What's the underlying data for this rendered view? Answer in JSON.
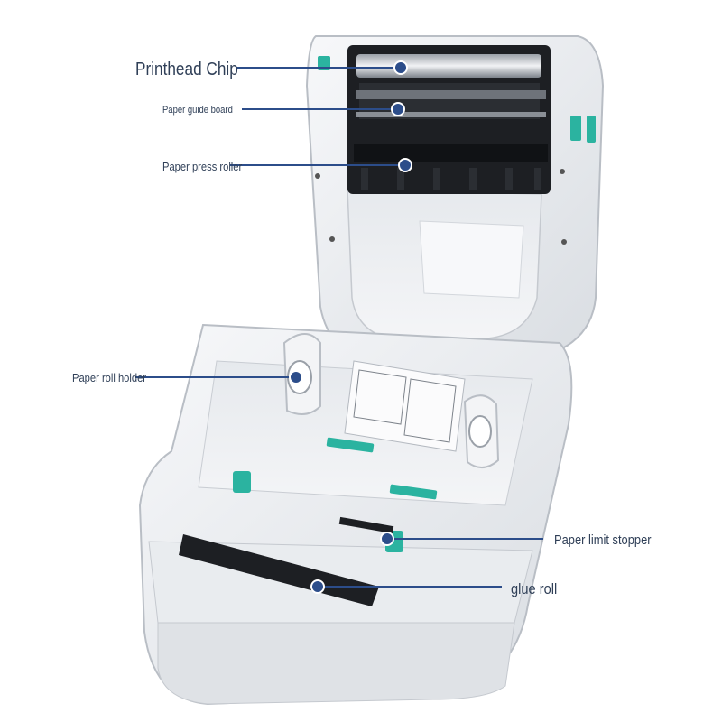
{
  "callouts": {
    "printhead_chip": "Printhead Chip",
    "paper_guide_board": "Paper guide board",
    "paper_press_roller": "Paper press roller",
    "paper_roll_holder": "Paper roll holder",
    "paper_limit_stopper": "Paper limit stopper",
    "glue_roll": "glue roll"
  },
  "colors": {
    "callout_line": "#2c4d8a",
    "callout_dot": "#2c4d8a",
    "label_text": "#2f3f57",
    "printer_body": "#eceef1",
    "printer_shadow": "#c9cdd3",
    "mechanism_dark": "#1d1f23",
    "accent_teal": "#2bb3a0"
  }
}
